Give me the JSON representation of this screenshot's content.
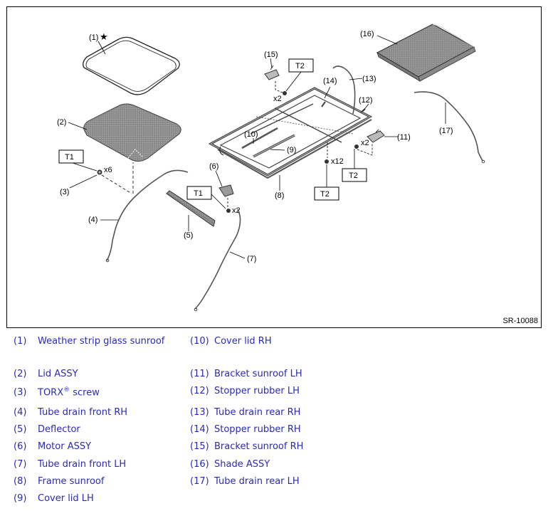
{
  "figure_id": "SR-10088",
  "callouts": {
    "c1": "(1)",
    "c2": "(2)",
    "c3": "(3)",
    "c4": "(4)",
    "c5": "(5)",
    "c6": "(6)",
    "c7": "(7)",
    "c8": "(8)",
    "c9": "(9)",
    "c10": "(10)",
    "c11": "(11)",
    "c12": "(12)",
    "c13": "(13)",
    "c14": "(14)",
    "c15": "(15)",
    "c16": "(16)",
    "c17": "(17)"
  },
  "star_mark": "★",
  "torque_boxes": {
    "t1_left": "T1",
    "t1_mid": "T1",
    "t2_top": "T2",
    "t2_bottom": "T2",
    "t2_right": "T2"
  },
  "quantities": {
    "x6": "x6",
    "x2_motor": "x2",
    "x2_bracket_rh": "x2",
    "x2_bracket_lh": "x2",
    "x12": "x12"
  },
  "legend": {
    "left": [
      {
        "num": "(1)",
        "text": "Weather strip glass sunroof"
      },
      {
        "num": "(2)",
        "text": "Lid ASSY"
      },
      {
        "num": "(3)",
        "text": "TORX",
        "sup": "®",
        "suffix": " screw"
      },
      {
        "num": "(4)",
        "text": "Tube drain front RH"
      },
      {
        "num": "(5)",
        "text": "Deflector"
      },
      {
        "num": "(6)",
        "text": "Motor ASSY"
      },
      {
        "num": "(7)",
        "text": "Tube drain front LH"
      },
      {
        "num": "(8)",
        "text": "Frame sunroof"
      },
      {
        "num": "(9)",
        "text": "Cover lid LH"
      }
    ],
    "right": [
      {
        "num": "(10)",
        "text": "Cover lid RH"
      },
      {
        "num": "(11)",
        "text": "Bracket sunroof LH"
      },
      {
        "num": "(12)",
        "text": "Stopper rubber LH"
      },
      {
        "num": "(13)",
        "text": "Tube drain rear RH"
      },
      {
        "num": "(14)",
        "text": "Stopper rubber RH"
      },
      {
        "num": "(15)",
        "text": "Bracket sunroof RH"
      },
      {
        "num": "(16)",
        "text": "Shade ASSY"
      },
      {
        "num": "(17)",
        "text": "Tube drain rear LH"
      }
    ]
  },
  "colors": {
    "legend_text": "#2a2ab8",
    "part_fill": "#8a8a8a",
    "part_dark": "#5f5f5f",
    "line": "#000000"
  }
}
